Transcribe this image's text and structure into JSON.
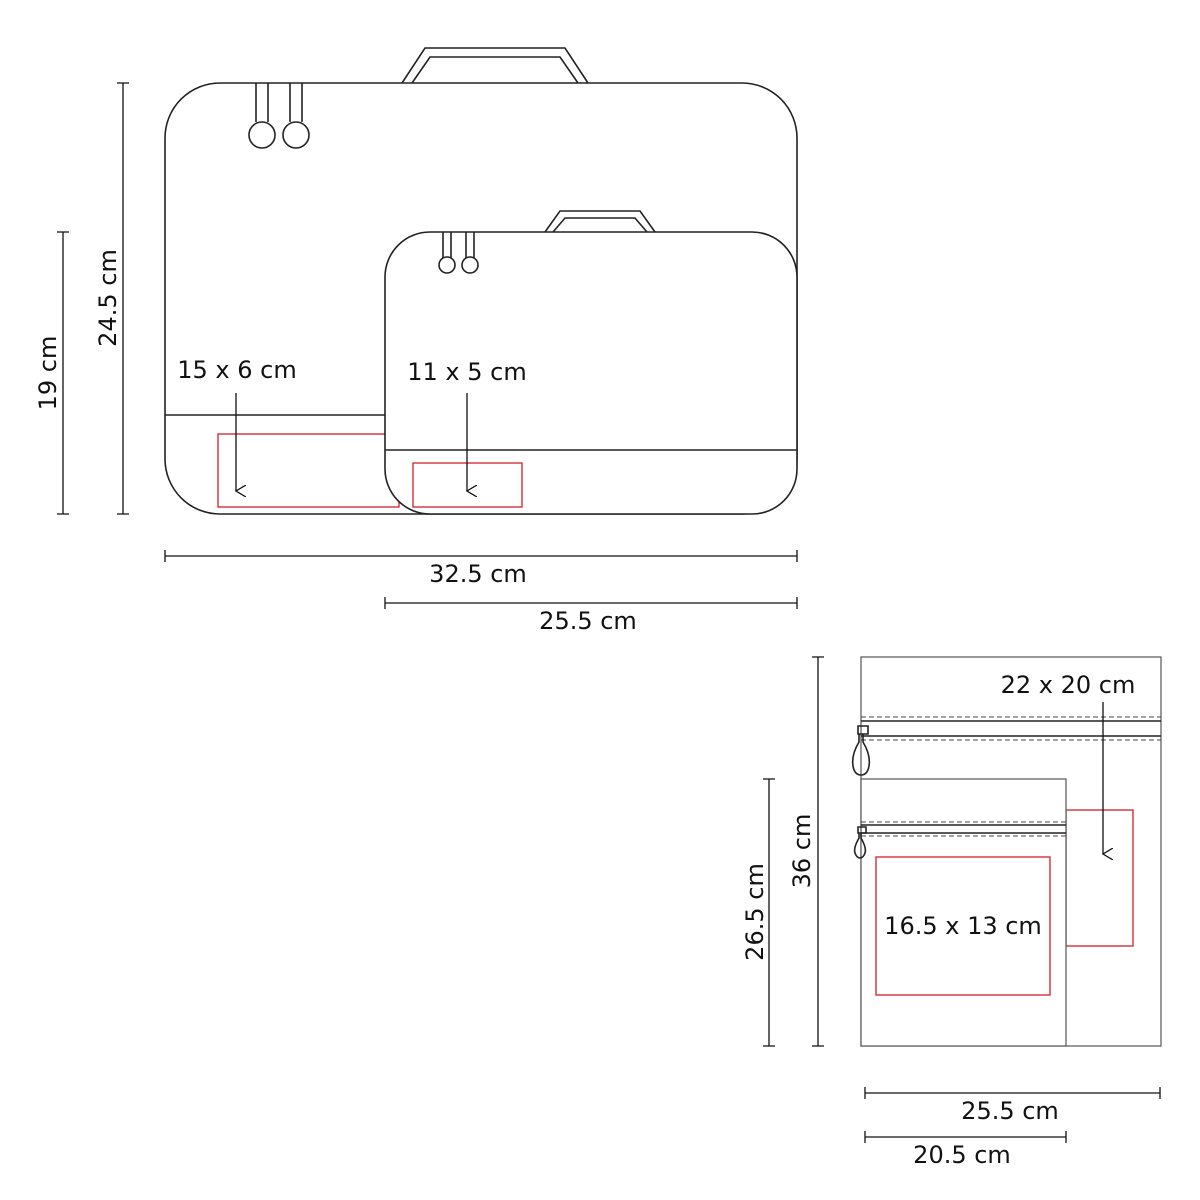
{
  "cases": {
    "large_height": "24.5 cm",
    "small_height": "19 cm",
    "large_width": "32.5 cm",
    "small_width": "25.5 cm",
    "large_print_area": "15 x 6 cm",
    "small_print_area": "11 x 5 cm"
  },
  "pouches": {
    "large_height": "36 cm",
    "small_height": "26.5 cm",
    "large_width": "25.5 cm",
    "small_width": "20.5 cm",
    "large_print_area": "22 x 20 cm",
    "small_print_area": "16.5 x 13 cm"
  },
  "colors": {
    "print_area": "#d0202a",
    "outline": "#222222"
  }
}
